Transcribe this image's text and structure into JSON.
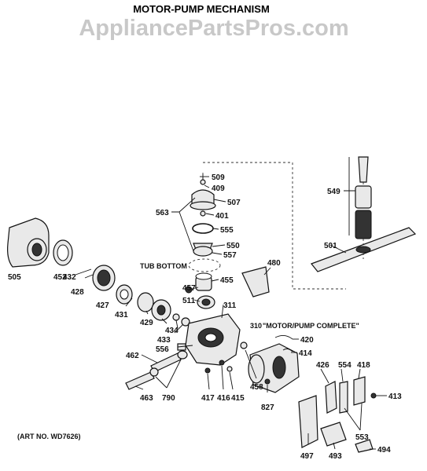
{
  "title": "MOTOR-PUMP MECHANISM",
  "watermark": "AppliancePartsPros.com",
  "art_number": "(ART NO. WD7626)",
  "notes": {
    "tub_bottom": "TUB BOTTOM",
    "motor_pump_complete": "\"MOTOR/PUMP COMPLETE\"",
    "ref_310": "310"
  },
  "labels": {
    "p509": "509",
    "p409": "409",
    "p507": "507",
    "p563": "563",
    "p401": "401",
    "p555": "555",
    "p550": "550",
    "p557": "557",
    "p549": "549",
    "p501": "501",
    "p480": "480",
    "p505": "505",
    "p452": "452",
    "p432": "432",
    "p428": "428",
    "p457": "457",
    "p455": "455",
    "p427": "427",
    "p431": "431",
    "p429": "429",
    "p511": "511",
    "p311": "311",
    "p434": "434",
    "p433": "433",
    "p420": "420",
    "p414": "414",
    "p556": "556",
    "p462": "462",
    "p426": "426",
    "p554": "554",
    "p418": "418",
    "p413": "413",
    "p463": "463",
    "p790": "790",
    "p417": "417",
    "p416": "416",
    "p415": "415",
    "p458": "458",
    "p827": "827",
    "p553": "553",
    "p497": "497",
    "p493": "493",
    "p494": "494"
  }
}
